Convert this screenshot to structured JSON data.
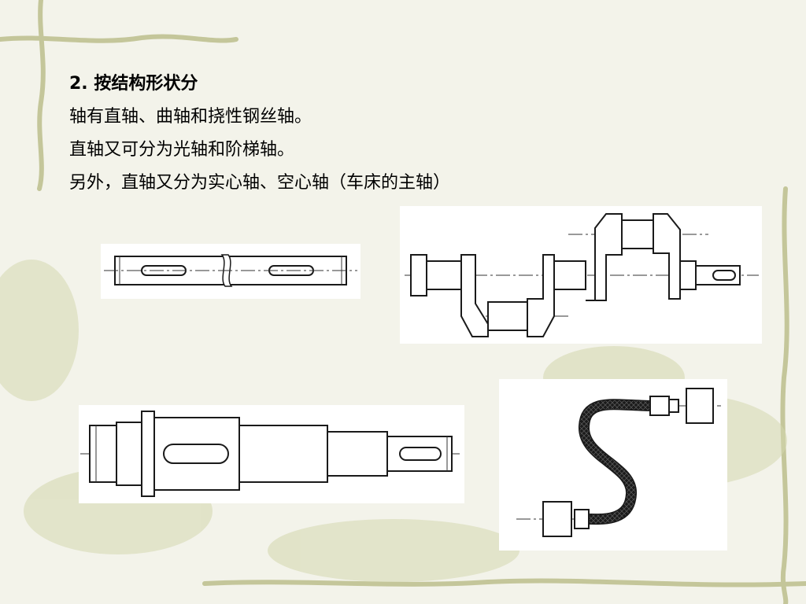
{
  "slide": {
    "heading": "2. 按结构形状分",
    "lines": [
      "轴有直轴、曲轴和挠性钢丝轴。",
      "直轴又可分为光轴和阶梯轴。",
      "另外，直轴又分为实心轴、空心轴（车床的主轴）"
    ]
  },
  "figures": [
    {
      "name": "smooth-shaft-drawing"
    },
    {
      "name": "crankshaft-drawing"
    },
    {
      "name": "stepped-shaft-drawing"
    },
    {
      "name": "flexible-wire-shaft-drawing"
    }
  ],
  "colors": {
    "background": "#f3f3ea",
    "vine": "#b9bf8a",
    "line": "#1a1a1a"
  }
}
